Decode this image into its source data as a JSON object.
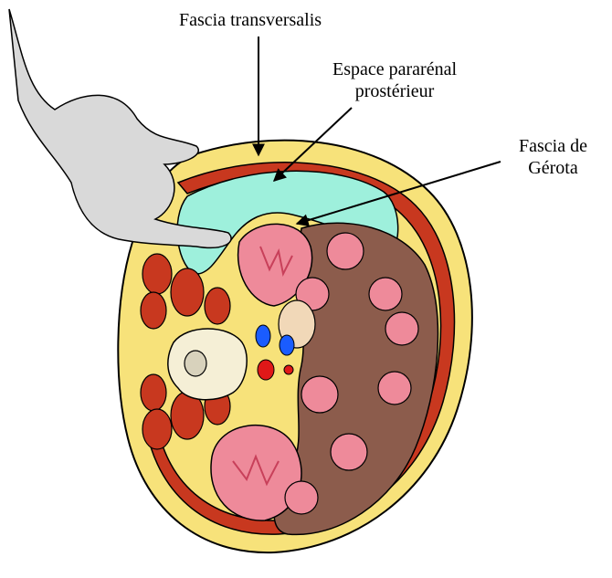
{
  "labels": {
    "fascia_transversalis": "Fascia transversalis",
    "espace_line1": "Espace pararénal",
    "espace_line2": "prostérieur",
    "gerota_line1": "Fascia de",
    "gerota_line2": "Gérota"
  },
  "colors": {
    "outline": "#000000",
    "skin_fat": "#f7e27a",
    "muscle": "#c8381f",
    "posterior_pararenal_space": "#9ef0dc",
    "intestine_mass": "#8c5c4c",
    "kidney": "#ee8a9a",
    "kidney_medulla": "#c8405a",
    "vertebra": "#f5efd6",
    "vein": "#1a5cff",
    "artery": "#e01818",
    "hand": "#d9d9d9"
  }
}
